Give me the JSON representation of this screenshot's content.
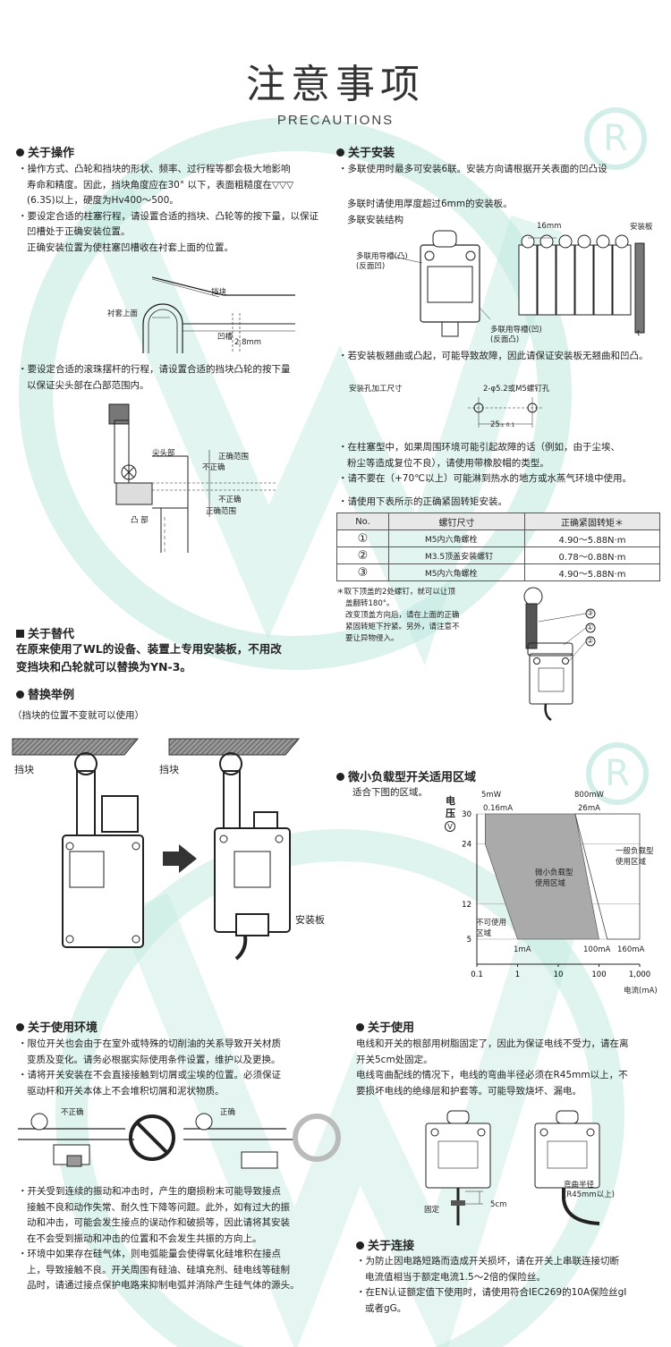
{
  "page": {
    "title": "注意事项",
    "subtitle": "PRECAUTIONS",
    "registered_mark": "R",
    "brand_color": "#b9e6dd"
  },
  "operation": {
    "heading": "关于操作",
    "bullet1_line1": "・操作方式、凸轮和挡块的形状、频率、过行程等都会极大地影响",
    "bullet1_line2": "寿命和精度。因此，挡块角度应在30° 以下，表面粗糙度在▽▽▽",
    "bullet1_line3": "(6.3S)以上，硬度为Hv400～500。",
    "bullet2_line1": "・要设定合适的柱塞行程，请设置合适的挡块、凸轮等的按下量，以保证",
    "bullet2_line2": "凹槽处于正确安装位置。",
    "bullet2_line3": "正确安装位置为使柱塞凹槽收在衬套上面的位置。",
    "fig1_label_block": "挡块",
    "fig1_label_bushing": "衬套上面",
    "fig1_label_groove": "凹槽",
    "fig1_label_dim": "2.8mm",
    "bullet3_line1": "・要设定合适的滚珠摆杆的行程，请设置合适的挡块凸轮的按下量",
    "bullet3_line2": "以保证尖头部在凸部范围内。",
    "fig2_label_tip": "尖头部",
    "fig2_label_correct_top": "正确范围",
    "fig2_label_incorrect_top": "不正确",
    "fig2_label_incorrect_bottom": "不正确",
    "fig2_label_correct_bottom": "正确范围",
    "fig2_label_cam": "凸 部"
  },
  "installation": {
    "heading": "关于安装",
    "line1": "・多联使用时最多可安装6联。安装方向请根据开关表面的凹凸设",
    "line2": "多联时请使用厚度超过6mm的安装板。",
    "line3": "多联安装结构",
    "fig_label_guide_convex": "多联用导槽(凸)",
    "fig_label_guide_convex_sub": "(反面凹)",
    "fig_label_guide_concave": "多联用导槽(凹)",
    "fig_label_guide_concave_sub": "(反面凸)",
    "fig_label_16mm": "16mm",
    "fig_label_plate": "安装板",
    "fig_label_t": "t",
    "bullet2": "・若安装板翘曲或凸起，可能导致故障，因此请保证安装板无翘曲和凹凸。",
    "hole_label": "安装孔加工尺寸",
    "hole_spec": "2-φ5.2或M5螺钉孔",
    "hole_dim": "25",
    "hole_tol": "± 0.1",
    "bullet3_line1": "・在柱塞型中，如果周围环境可能引起故障的话（例如，由于尘埃、",
    "bullet3_line2": "粉尘等造成复位不良），请使用带橡胶帽的类型。",
    "bullet4": "・请不要在（+70℃以上）可能淋到热水的地方或水蒸气环境中使用。",
    "bullet5": "・请使用下表所示的正确紧固转矩安装。",
    "table_headers": [
      "No.",
      "螺钉尺寸",
      "正确紧固转矩＊"
    ],
    "table_rows": [
      [
        "①",
        "M5内六角螺栓",
        "4.90～5.88N·m"
      ],
      [
        "②",
        "M3.5顶盖安装螺钉",
        "0.78～0.88N·m"
      ],
      [
        "③",
        "M5内六角螺栓",
        "4.90～5.88N·m"
      ]
    ],
    "note_line1": "＊取下顶盖的2处螺钉，就可以让顶",
    "note_line2": "盖翻转180°。",
    "note_line3": "改变顶盖方向后，请在上面的正确",
    "note_line4": "紧固转矩下拧紧。另外，请注意不",
    "note_line5": "要让异物侵入。",
    "callout1": "①",
    "callout2": "②",
    "callout3": "③"
  },
  "replacement": {
    "heading": "关于替代",
    "line1": "在原来使用了WL的设备、装置上专用安装板，不用改",
    "line2": "变挡块和凸轮就可以替换为YN-3。",
    "example_heading": "替换举例",
    "example_note": "（挡块的位置不变就可以使用）",
    "label_block_left": "挡块",
    "label_block_right": "挡块",
    "label_plate": "安装板"
  },
  "micro_load": {
    "heading": "微小负载型开关适用区域",
    "desc": "适合下图的区域。",
    "ylabel_1": "电",
    "ylabel_2": "压",
    "ylabel_unit": "V",
    "xlabel": "电流(mA)",
    "label_5mw": "5mW",
    "label_800mw": "800mW",
    "label_016ma": "0.16mA",
    "label_26ma": "26mA",
    "label_micro_1": "微小负载型",
    "label_micro_2": "使用区域",
    "label_general_1": "一般负载型",
    "label_general_2": "使用区域",
    "label_unusable_1": "不可使用",
    "label_unusable_2": "区域",
    "label_1ma": "1mA",
    "label_100ma": "100mA",
    "label_160ma": "160mA"
  },
  "chart_data": {
    "type": "area",
    "title": "",
    "xlabel": "电流(mA)",
    "ylabel": "电压(V)",
    "x_scale": "log",
    "xlim": [
      0.1,
      1000
    ],
    "ylim": [
      0,
      30
    ],
    "x_ticks": [
      "0.1",
      "1",
      "10",
      "100",
      "1,000"
    ],
    "y_ticks": [
      "5",
      "12",
      "24",
      "30"
    ],
    "series": [
      {
        "name": "微小负载型使用区域",
        "polygon": [
          [
            0.16,
            30
          ],
          [
            26,
            30
          ],
          [
            100,
            5
          ],
          [
            1,
            5
          ],
          [
            0.16,
            24
          ]
        ]
      },
      {
        "name": "一般负载型使用区域",
        "polygon": [
          [
            26,
            30
          ],
          [
            1000,
            30
          ],
          [
            1000,
            5
          ],
          [
            160,
            5
          ]
        ]
      }
    ],
    "annotations": [
      "5mW",
      "800mW",
      "0.16mA",
      "26mA",
      "1mA",
      "100mA",
      "160mA",
      "不可使用区域"
    ]
  },
  "environment": {
    "heading": "关于使用环境",
    "b1_line1": "・限位开关也会由于在室外或特殊的切削油的关系导致开关材质",
    "b1_line2": "变质及变化。请务必根据实际使用条件设置，维护以及更换。",
    "b2_line1": "・请将开关安装在不会直接接触到切屑或尘埃的位置。必须保证",
    "b2_line2": "驱动杆和开关本体上不会堆积切屑和泥状物质。",
    "label_incorrect": "不正确",
    "label_correct": "正确",
    "b3_line1": "・开关受到连续的振动和冲击时，产生的磨损粉末可能导致接点",
    "b3_line2": "接触不良和动作失常、耐久性下降等问题。此外，如有过大的振",
    "b3_line3": "动和冲击，可能会发生接点的误动作和破损等，因此请将其安装",
    "b3_line4": "在不会受到振动和冲击的位置和不会发生共振的方向上。",
    "b4_line1": "・环境中如果存在硅气体，则电弧能量会使得氧化硅堆积在接点",
    "b4_line2": "上，导致接触不良。开关周围有硅油、硅填充剂、硅电线等硅制",
    "b4_line3": "品时，请通过接点保护电路来抑制电弧并消除产生硅气体的源头。"
  },
  "usage": {
    "heading": "关于使用",
    "line1": "电线和开关的根部用树脂固定了，因此为保证电线不受力，请在离",
    "line2": "开关5cm处固定。",
    "line3": "电线弯曲配线的情况下，电线的弯曲半径必须在R45mm以上，不",
    "line4": "要损坏电线的绝缘层和护套等。可能导致烧坏、漏电。",
    "label_fix": "固定",
    "label_5cm": "5cm",
    "label_bend_1": "弯曲半径",
    "label_bend_2": "(R45mm以上)"
  },
  "connection": {
    "heading": "关于连接",
    "b1_line1": "・为防止因电路短路而造成开关损坏，请在开关上串联连接切断",
    "b1_line2": "电流值相当于额定电流1.5～2倍的保险丝。",
    "b2_line1": "・在EN认证额定值下使用时，请使用符合IEC269的10A保险丝gI",
    "b2_line2": "或者gG。"
  }
}
